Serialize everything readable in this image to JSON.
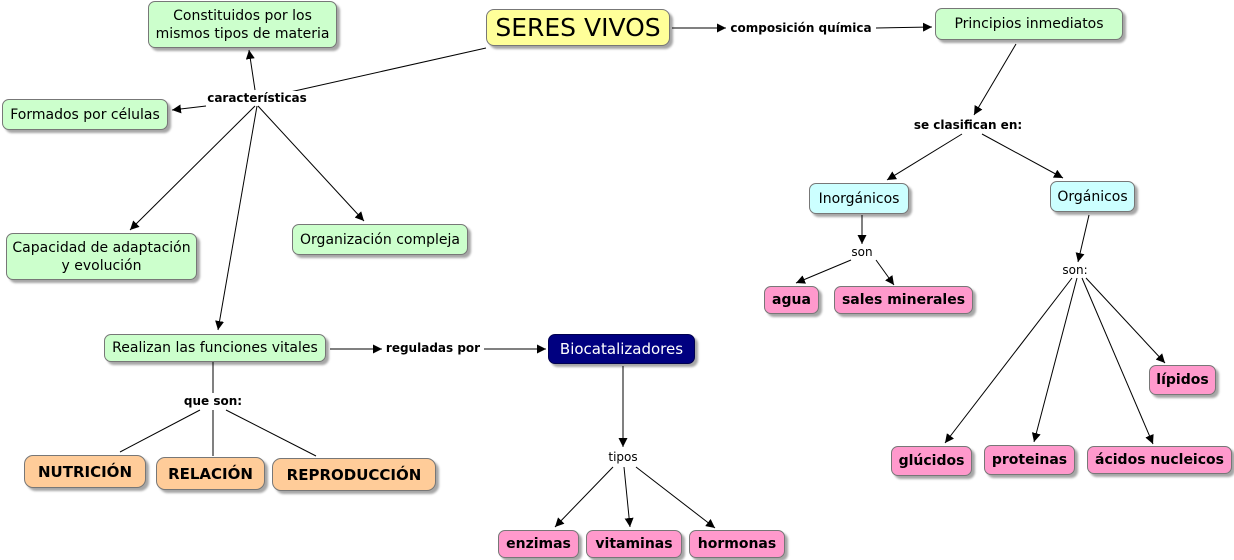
{
  "nodes": {
    "seres_vivos": "SERES VIVOS",
    "constituidos": "Constituidos por los\nmismos tipos de materia",
    "formados": "Formados por células",
    "adaptacion": "Capacidad de adaptación\ny evolución",
    "organizacion": "Organización compleja",
    "funciones": "Realizan las funciones vitales",
    "nutricion": "NUTRICIÓN",
    "relacion": "RELACIÓN",
    "reproduccion": "REPRODUCCIÓN",
    "biocatalizadores": "Biocatalizadores",
    "enzimas": "enzimas",
    "vitaminas": "vitaminas",
    "hormonas": "hormonas",
    "principios": "Principios inmediatos",
    "inorganicos": "Inorgánicos",
    "organicos": "Orgánicos",
    "agua": "agua",
    "sales": "sales minerales",
    "glucidos": "glúcidos",
    "proteinas": "proteinas",
    "acidos": "ácidos nucleicos",
    "lipidos": "lípidos"
  },
  "labels": {
    "caracteristicas": "características",
    "composicion": "composición química",
    "reguladas": "reguladas por",
    "que_son": "que son:",
    "tipos": "tipos",
    "se_clasifican": "se clasifican en:",
    "son_inorg": "son",
    "son_org": "son:"
  }
}
